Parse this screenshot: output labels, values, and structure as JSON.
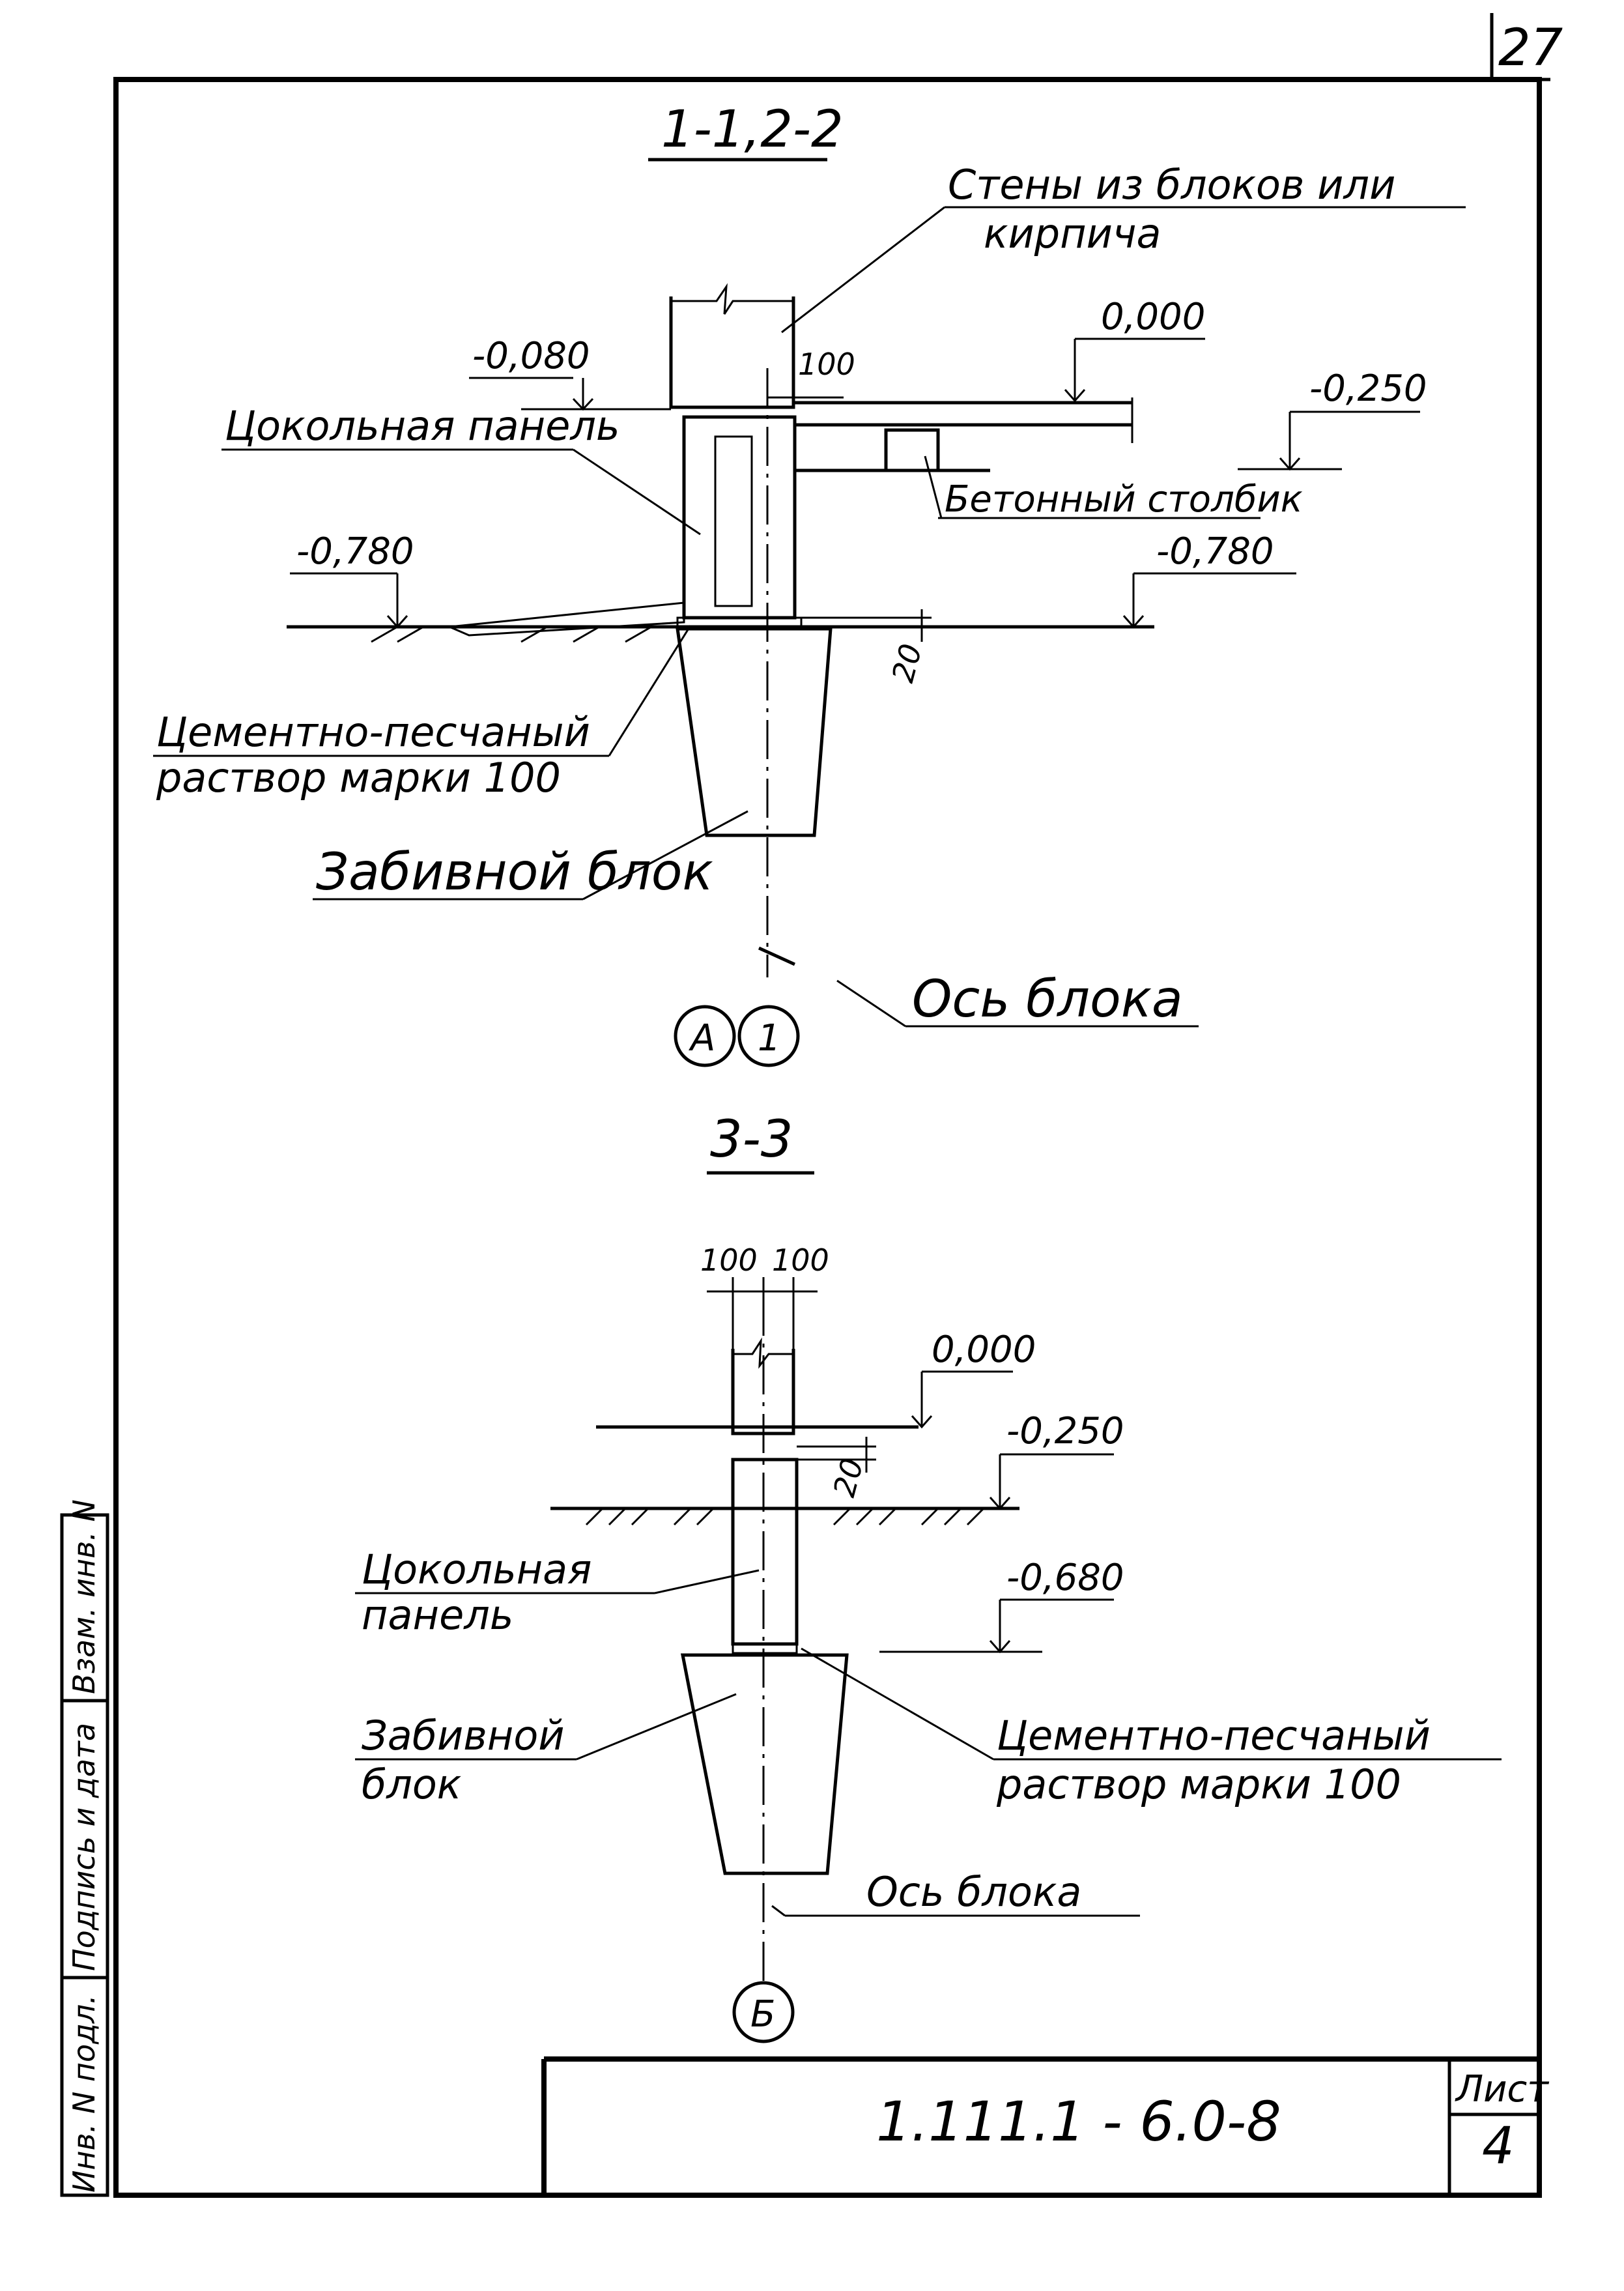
{
  "page_number": "27",
  "section_top": {
    "title": "1-1,2-2",
    "wall_label_line1": "Стены из блоков или",
    "wall_label_line2": "кирпича",
    "dim_100": "100",
    "level_0000": "0,000",
    "level_m0080": "-0,080",
    "level_m0250": "-0,250",
    "plinth_panel": "Цокольная панель",
    "concrete_post": "Бетонный столбик",
    "level_m0780_left": "-0,780",
    "level_m0780_right": "-0,780",
    "dim_20": "20",
    "mortar_line1": "Цементно-песчаный",
    "mortar_line2": "раствор марки 100",
    "driven_block": "Забивной блок",
    "axis_label": "Ось блока",
    "axis_mark_a": "А",
    "axis_mark_1": "1"
  },
  "section_bottom": {
    "title": "3-3",
    "dim_left": "100",
    "dim_right": "100",
    "level_0000": "0,000",
    "level_m0250": "-0,250",
    "dim_20": "20",
    "plinth_panel_line1": "Цокольная",
    "plinth_panel_line2": "панель",
    "level_m0680": "-0,680",
    "driven_block_line1": "Забивной",
    "driven_block_line2": "блок",
    "mortar_line1": "Цементно-песчаный",
    "mortar_line2": "раствор марки 100",
    "axis_label": "Ось блока",
    "axis_mark_b": "Б"
  },
  "side_stamp": {
    "field_1": "Инв. N подл.",
    "field_2": "Подпись и дата",
    "field_3": "Взам. инв. N"
  },
  "title_block": {
    "doc_code": "1.111.1 - 6.0-8",
    "sheet_label": "Лист",
    "sheet_number": "4"
  }
}
